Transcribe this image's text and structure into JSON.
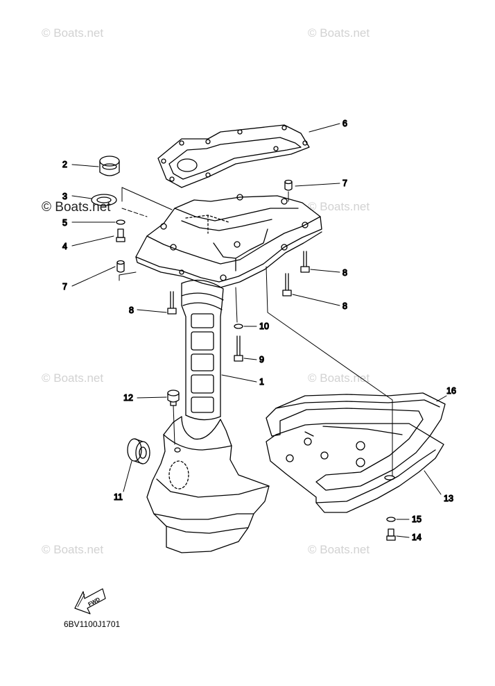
{
  "watermarks": {
    "items": [
      {
        "text": "© Boats.net",
        "style": "faint"
      },
      {
        "text": "© Boats.net",
        "style": "faint"
      },
      {
        "text": "© Boats.net",
        "style": "dark"
      },
      {
        "text": "© Boats.net",
        "style": "faint"
      },
      {
        "text": "© Boats.net",
        "style": "faint"
      },
      {
        "text": "© Boats.net",
        "style": "faint"
      },
      {
        "text": "© Boats.net",
        "style": "faint"
      },
      {
        "text": "© Boats.net",
        "style": "faint"
      }
    ]
  },
  "callouts": {
    "c6": "6",
    "c2": "2",
    "c7a": "7",
    "c3": "3",
    "c5": "5",
    "c4": "4",
    "c8a": "8",
    "c7b": "7",
    "c8b": "8",
    "c8c": "8",
    "c10": "10",
    "c9": "9",
    "c1": "1",
    "c16": "16",
    "c12": "12",
    "c11": "11",
    "c13": "13",
    "c15": "15",
    "c14": "14"
  },
  "fwd_label": "FWD",
  "diagram_code": "6BV1100J1701",
  "colors": {
    "line": "#000000",
    "watermark": "#d2d2d2",
    "background": "#ffffff"
  }
}
